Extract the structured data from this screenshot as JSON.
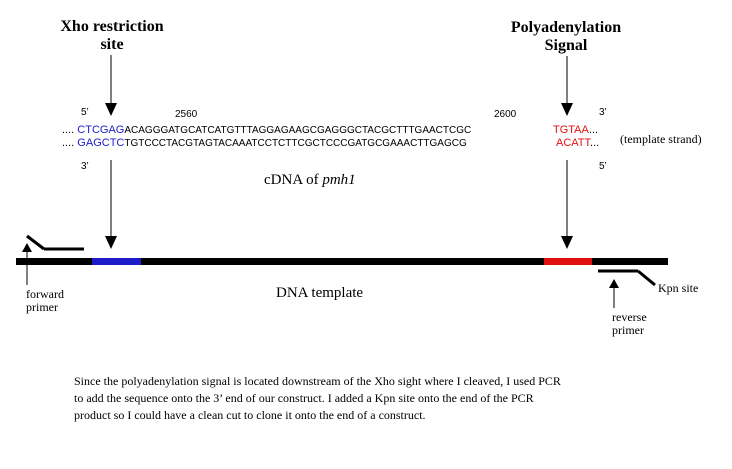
{
  "labels": {
    "xho_line1": "Xho restriction",
    "xho_line2": "site",
    "poly_line1": "Polyadenylation",
    "poly_line2": "Signal",
    "prime5_left": "5’",
    "prime3_right": "3’",
    "prime3_left": "3’",
    "prime5_right": "5’",
    "pos_2560": "2560",
    "pos_2600": "2600",
    "template_strand": "(template strand)",
    "cdna_prefix": "cDNA of ",
    "cdna_gene": "pmh1",
    "dna_template": "DNA template",
    "forward_primer_1": "forward",
    "forward_primer_2": "primer",
    "reverse_primer_1": "reverse",
    "reverse_primer_2": "primer",
    "kpn_site": "Kpn site"
  },
  "sequence": {
    "top_dots": "....",
    "top_xho": "CTCGAG",
    "top_main": "ACAGGGATGCATCATGTTTAGGAGAAGCGAGGGCTACGCTTTGAACTCGC",
    "top_poly": "TGTAA",
    "top_end": "...",
    "bottom_dots": "....",
    "bottom_xho": "GAGCTC",
    "bottom_main": "TGTCCCTACGTAGTACAAATCCTCTTCGCTCCCGATGCGAAACTTGAGCG",
    "bottom_poly": "ACATT",
    "bottom_end": "..."
  },
  "colors": {
    "xho": "#1c1cc8",
    "poly": "#e01010",
    "bar": "#000000"
  },
  "description": "Since the polyadenylation signal is  located downstream of the Xho sight where I cleaved, I used PCR to add the sequence onto the 3’ end of our construct.  I added a Kpn site onto the end of the PCR product so I could have a clean cut to clone it onto the end of a construct.",
  "description_lines": [
    "Since the polyadenylation signal is  located downstream of the Xho sight where I cleaved, I used PCR",
    "to add the sequence onto the 3’ end of our construct.  I added a Kpn site onto the end of the PCR",
    "product so I could have a clean cut to clone it onto the end of a construct."
  ]
}
